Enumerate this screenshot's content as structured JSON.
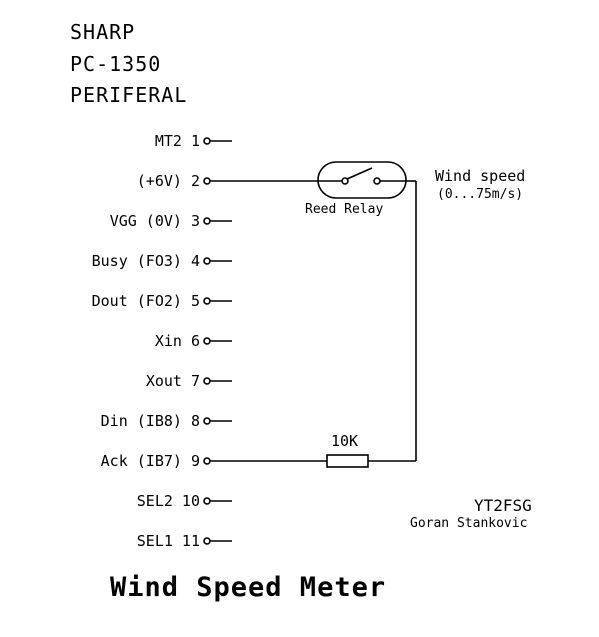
{
  "header": {
    "line1": "SHARP",
    "line2": "PC-1350",
    "line3": "PERIFERAL"
  },
  "pins": [
    {
      "label": "MT2 1"
    },
    {
      "label": "(+6V) 2"
    },
    {
      "label": "VGG (0V) 3"
    },
    {
      "label": "Busy (FO3) 4"
    },
    {
      "label": "Dout (FO2) 5"
    },
    {
      "label": "Xin 6"
    },
    {
      "label": "Xout 7"
    },
    {
      "label": "Din (IB8) 8"
    },
    {
      "label": "Ack (IB7) 9"
    },
    {
      "label": "SEL2 10"
    },
    {
      "label": "SEL1 11"
    }
  ],
  "relay": {
    "label": "Reed Relay"
  },
  "wind": {
    "line1": "Wind speed",
    "line2": "(0...75m/s)"
  },
  "resistor": {
    "label": "10K"
  },
  "author": {
    "callsign": "YT2FSG",
    "name": "Goran Stankovic"
  },
  "title": "Wind Speed Meter"
}
